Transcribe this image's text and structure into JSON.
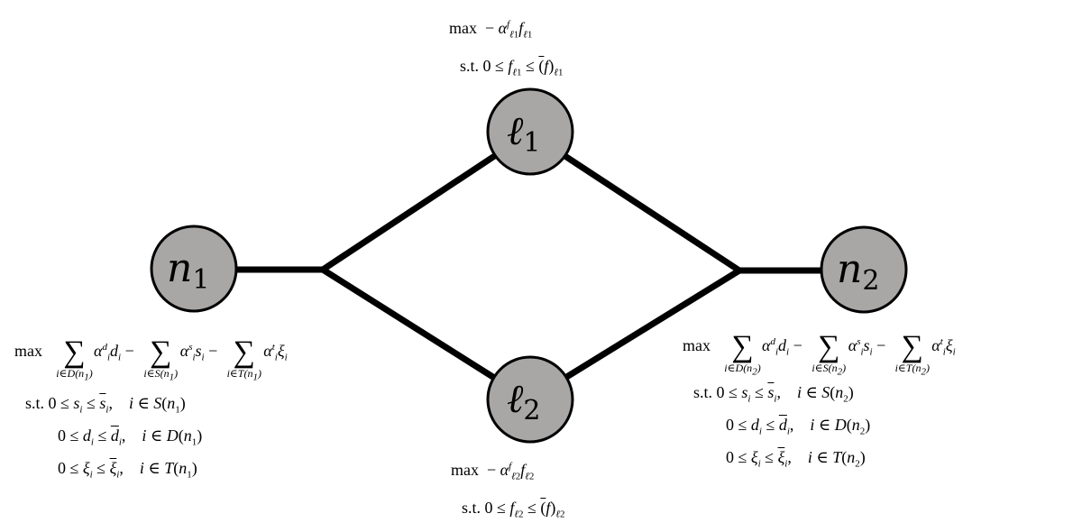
{
  "nodes": {
    "n1": {
      "base": "n",
      "sub": "1"
    },
    "n2": {
      "base": "n",
      "sub": "2"
    },
    "l1": {
      "base": "ℓ",
      "sub": "1"
    },
    "l2": {
      "base": "ℓ",
      "sub": "2"
    }
  },
  "colors": {
    "node_fill": "#a9a6a6",
    "stroke": "#000000"
  },
  "text": {
    "max": "max",
    "st": "s.t.",
    "minus": "−",
    "zero": "0",
    "leq": "≤",
    "in": "∈",
    "sigma": "∑"
  },
  "l1_problem": {
    "objective": "max  − α^f_{ℓ1} f_{ℓ1}",
    "constraint": "s.t. 0 ≤ f_{ℓ1} ≤ (̄f)_{ℓ1}"
  },
  "l2_problem": {
    "objective": "max  − α^f_{ℓ2} f_{ℓ2}",
    "constraint": "s.t. 0 ≤ f_{ℓ2} ≤ (̄f)_{ℓ2}"
  },
  "n1_problem": {
    "objective": "max ∑_{i∈D(n1)} α^d_i d_i − ∑_{i∈S(n1)} α^s_i s_i − ∑_{i∈T(n1)} α^t_i ξ_i",
    "constraint_1": "s.t. 0 ≤ s_i ≤ s̄_i,   i ∈ S(n1)",
    "constraint_2": "0 ≤ d_i ≤ d̄_i,   i ∈ D(n1)",
    "constraint_3": "0 ≤ ξ_i ≤ ξ̄_i,   i ∈ T(n1)"
  },
  "n2_problem": {
    "objective": "max ∑_{i∈D(n2)} α^d_i d_i − ∑_{i∈S(n2)} α^s_i s_i − ∑_{i∈T(n2)} α^t_i ξ_i",
    "constraint_1": "s.t. 0 ≤ s_i ≤ s̄_i,   i ∈ S(n2)",
    "constraint_2": "0 ≤ d_i ≤ d̄_i,   i ∈ D(n2)",
    "constraint_3": "0 ≤ ξ_i ≤ ξ̄_i,   i ∈ T(n2)"
  }
}
